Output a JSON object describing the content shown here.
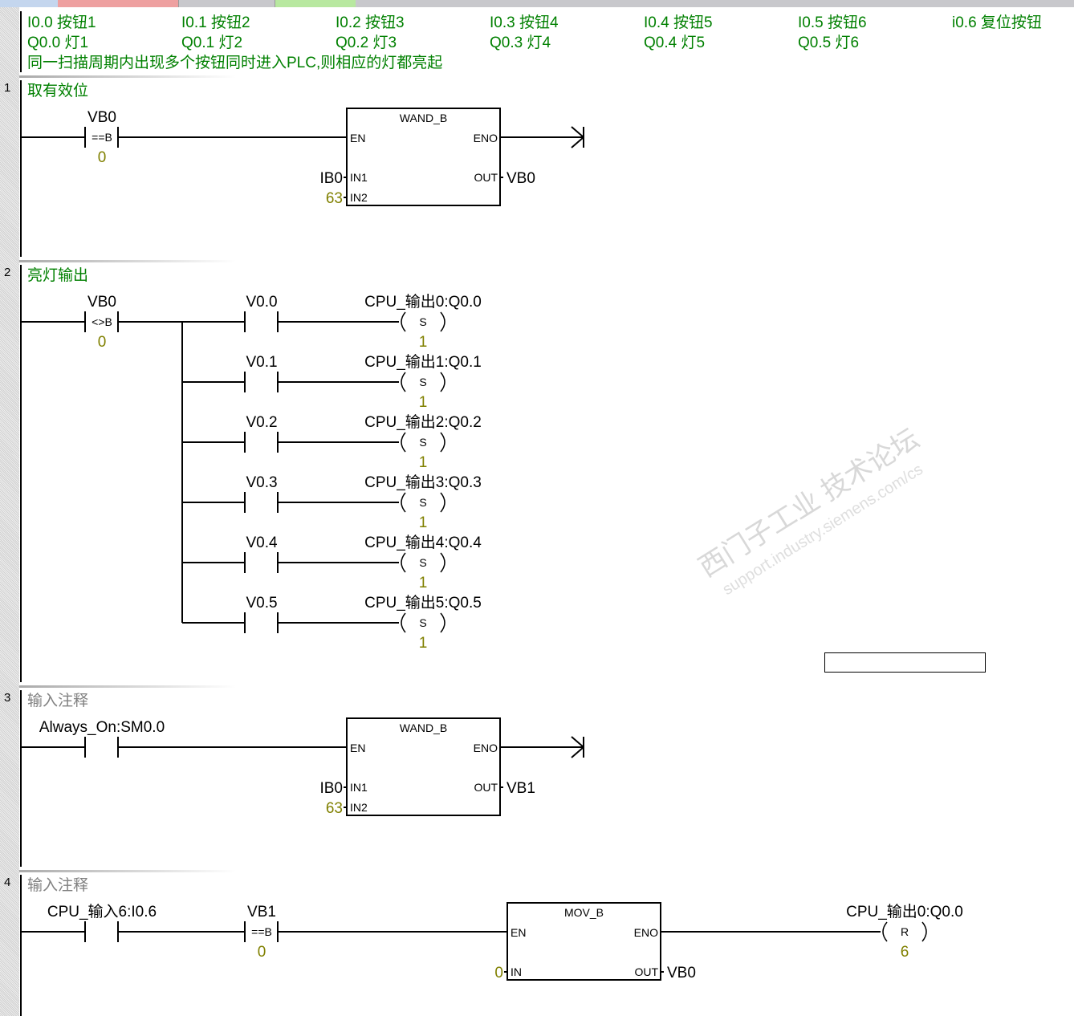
{
  "tabs": [
    {
      "color": "#c4d6ee"
    },
    {
      "color": "#eea0a0"
    },
    {
      "color": "#c8c8cc"
    },
    {
      "color": "#b8e8a0"
    }
  ],
  "header_comment": {
    "inputs": [
      "I0.0 按钮1",
      "I0.1 按钮2",
      "I0.2 按钮3",
      "I0.3 按钮4",
      "I0.4 按钮5",
      "I0.5 按钮6",
      "i0.6 复位按钮"
    ],
    "outputs": [
      "Q0.0 灯1",
      "Q0.1 灯2",
      "Q0.2 灯3",
      "Q0.3 灯4",
      "Q0.4 灯5",
      "Q0.5 灯6"
    ],
    "note": "同一扫描周期内出现多个按钮同时进入PLC,则相应的灯都亮起"
  },
  "networks": [
    {
      "number": "1",
      "title": "取有效位",
      "contact": {
        "operand": "VB0",
        "op": "==B",
        "value": "0"
      },
      "box": {
        "name": "WAND_B",
        "en": "EN",
        "eno": "ENO",
        "in1": "IN1",
        "in2": "IN2",
        "out": "OUT",
        "in1_val": "IB0",
        "in2_val": "63",
        "out_val": "VB0"
      }
    },
    {
      "number": "2",
      "title": "亮灯输出",
      "contact": {
        "operand": "VB0",
        "op": "<>B",
        "value": "0"
      },
      "rows": [
        {
          "contact": "V0.0",
          "coil": "CPU_输出0:Q0.0",
          "type": "S",
          "count": "1"
        },
        {
          "contact": "V0.1",
          "coil": "CPU_输出1:Q0.1",
          "type": "S",
          "count": "1"
        },
        {
          "contact": "V0.2",
          "coil": "CPU_输出2:Q0.2",
          "type": "S",
          "count": "1"
        },
        {
          "contact": "V0.3",
          "coil": "CPU_输出3:Q0.3",
          "type": "S",
          "count": "1"
        },
        {
          "contact": "V0.4",
          "coil": "CPU_输出4:Q0.4",
          "type": "S",
          "count": "1"
        },
        {
          "contact": "V0.5",
          "coil": "CPU_输出5:Q0.5",
          "type": "S",
          "count": "1"
        }
      ]
    },
    {
      "number": "3",
      "title": "输入注释",
      "contact": {
        "operand": "Always_On:SM0.0"
      },
      "box": {
        "name": "WAND_B",
        "en": "EN",
        "eno": "ENO",
        "in1": "IN1",
        "in2": "IN2",
        "out": "OUT",
        "in1_val": "IB0",
        "in2_val": "63",
        "out_val": "VB1"
      }
    },
    {
      "number": "4",
      "title": "输入注释",
      "contact": {
        "operand": "CPU_输入6:I0.6"
      },
      "compare": {
        "operand": "VB1",
        "op": "==B",
        "value": "0"
      },
      "box": {
        "name": "MOV_B",
        "en": "EN",
        "eno": "ENO",
        "in": "IN",
        "out": "OUT",
        "in_val": "0",
        "out_val": "VB0"
      },
      "coil": {
        "operand": "CPU_输出0:Q0.0",
        "type": "R",
        "count": "6"
      }
    }
  ],
  "watermark": {
    "line1": "西门子工业  技术论坛",
    "line2": "support.industry.siemens.com/cs"
  },
  "colors": {
    "comment": "#008000",
    "value": "#808000",
    "title_gray": "#808080"
  }
}
